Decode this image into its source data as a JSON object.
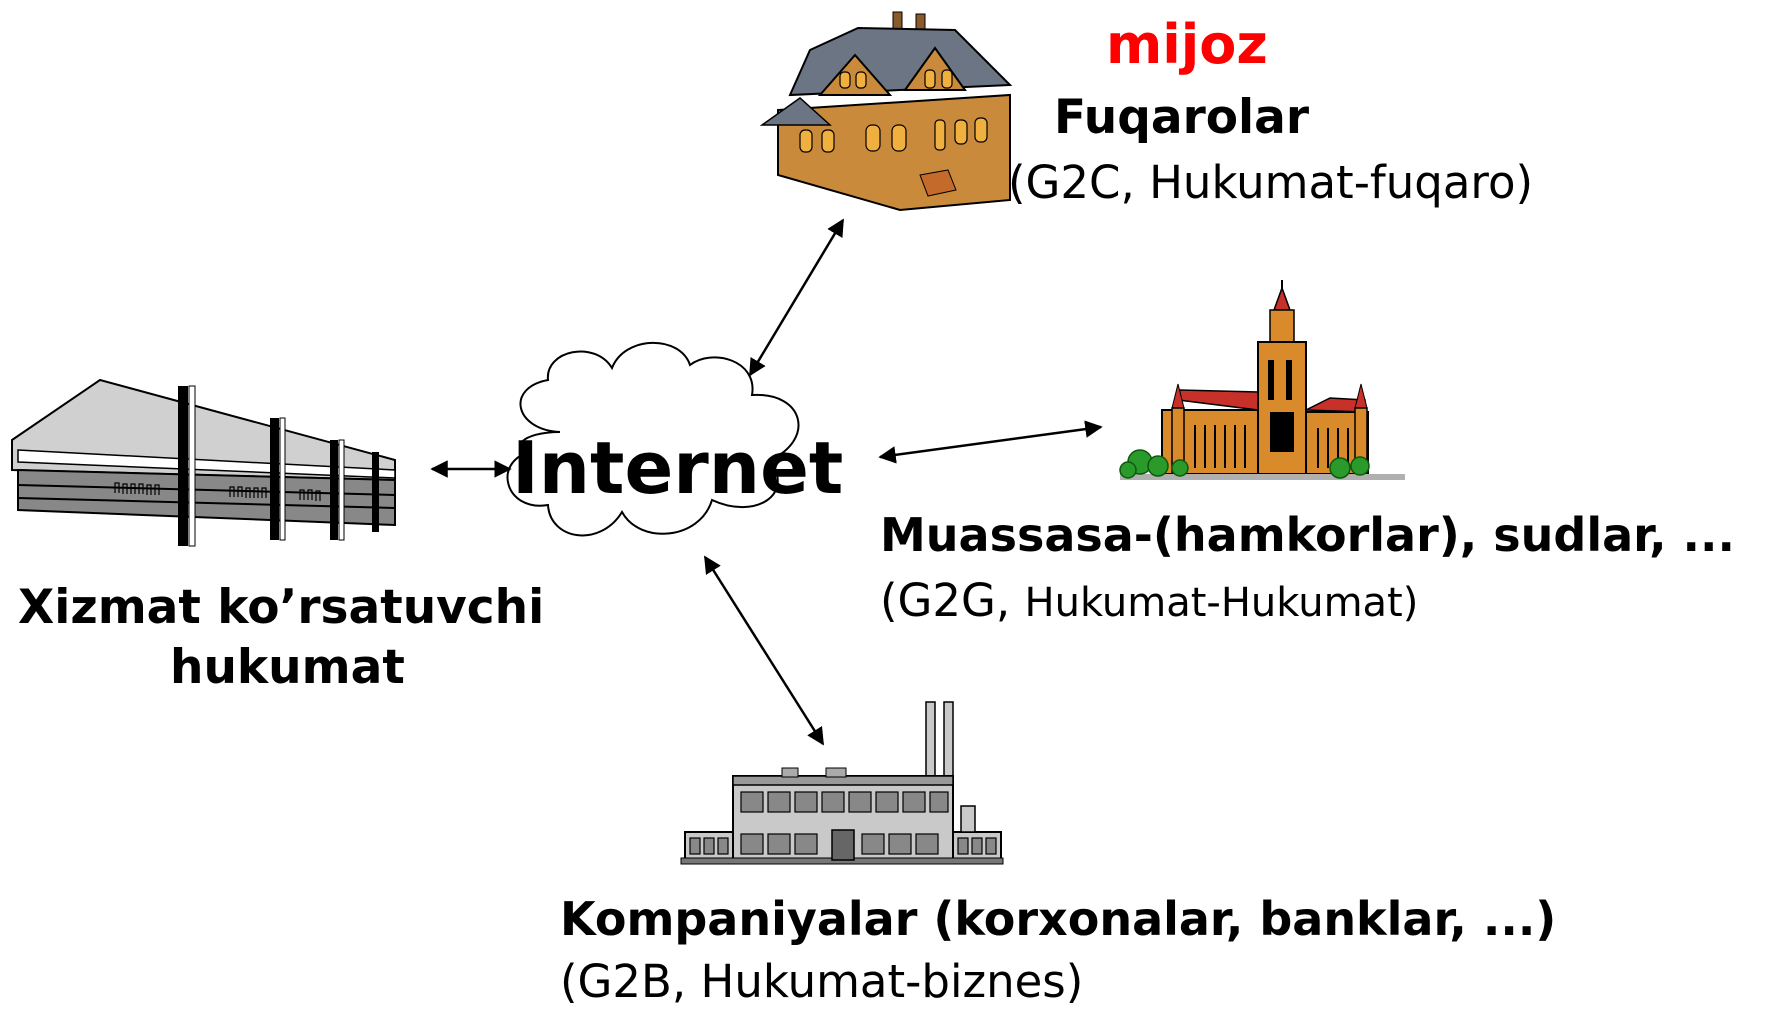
{
  "center": {
    "label": "Internet"
  },
  "provider": {
    "line1": "Xizmat ko’rsatuvchi",
    "line2": "hukumat"
  },
  "citizens": {
    "tag": "mijoz",
    "title": "Fuqarolar",
    "subtitle": "(G2C, Hukumat-fuqaro)"
  },
  "institutions": {
    "title": "Muassasa-(hamkorlar), sudlar, ...",
    "subtitle_code": "(G2G,",
    "subtitle_text": "Hukumat-Hukumat)"
  },
  "companies": {
    "title": "Kompaniyalar (korxonalar, banklar, ...)",
    "subtitle": "(G2B, Hukumat-biznes)"
  },
  "colors": {
    "accent": "#ff0000",
    "house": "#c98a3c",
    "roof": "#6b7583",
    "church": "#d98a2a",
    "church_roof": "#c8302a",
    "factory": "#c9c9c9"
  }
}
